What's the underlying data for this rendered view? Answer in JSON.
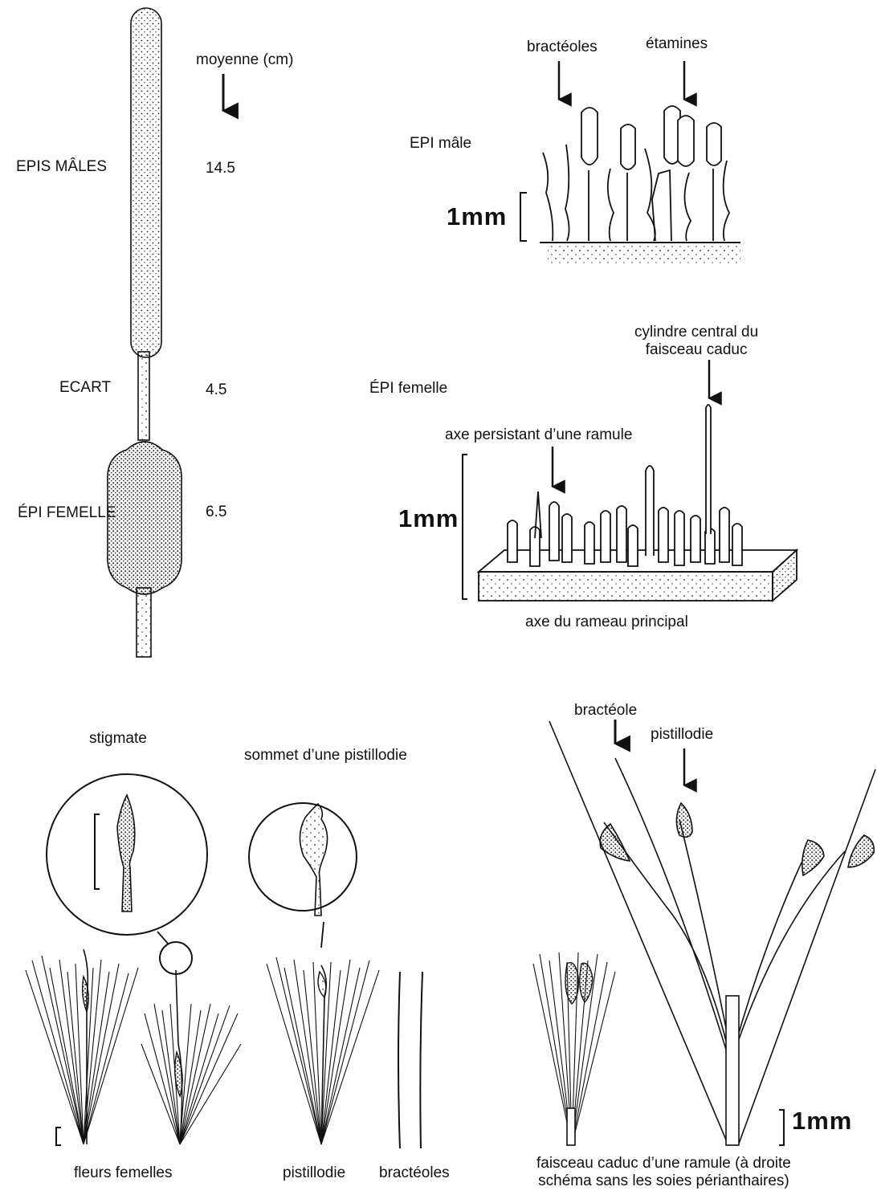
{
  "spike": {
    "mean_header": "moyenne (cm)",
    "rows": [
      {
        "label": "EPIS MÂLES",
        "value": "14.5"
      },
      {
        "label": "ECART",
        "value": "4.5"
      },
      {
        "label": "ÉPI FEMELLE",
        "value": "6.5"
      }
    ]
  },
  "male_spike": {
    "title": "EPI mâle",
    "arrow_labels": [
      "bractéoles",
      "étamines"
    ],
    "scale": "1mm"
  },
  "female_spike": {
    "title": "ÉPI femelle",
    "arrow_labels": [
      "cylindre central du\nfaisceau caduc",
      "axe persistant d’une ramule"
    ],
    "base_label": "axe du rameau principal",
    "scale": "1mm"
  },
  "flowers": {
    "circle_labels": [
      "stigmate",
      "sommet d’une pistillodie"
    ],
    "captions": [
      "fleurs femelles",
      "pistillodie",
      "bractéoles"
    ]
  },
  "ramule": {
    "arrow_labels": [
      "bractéole",
      "pistillodie"
    ],
    "scale": "1mm",
    "caption": "faisceau caduc d’une ramule (à droite\nschéma sans les soies périanthaires)"
  }
}
